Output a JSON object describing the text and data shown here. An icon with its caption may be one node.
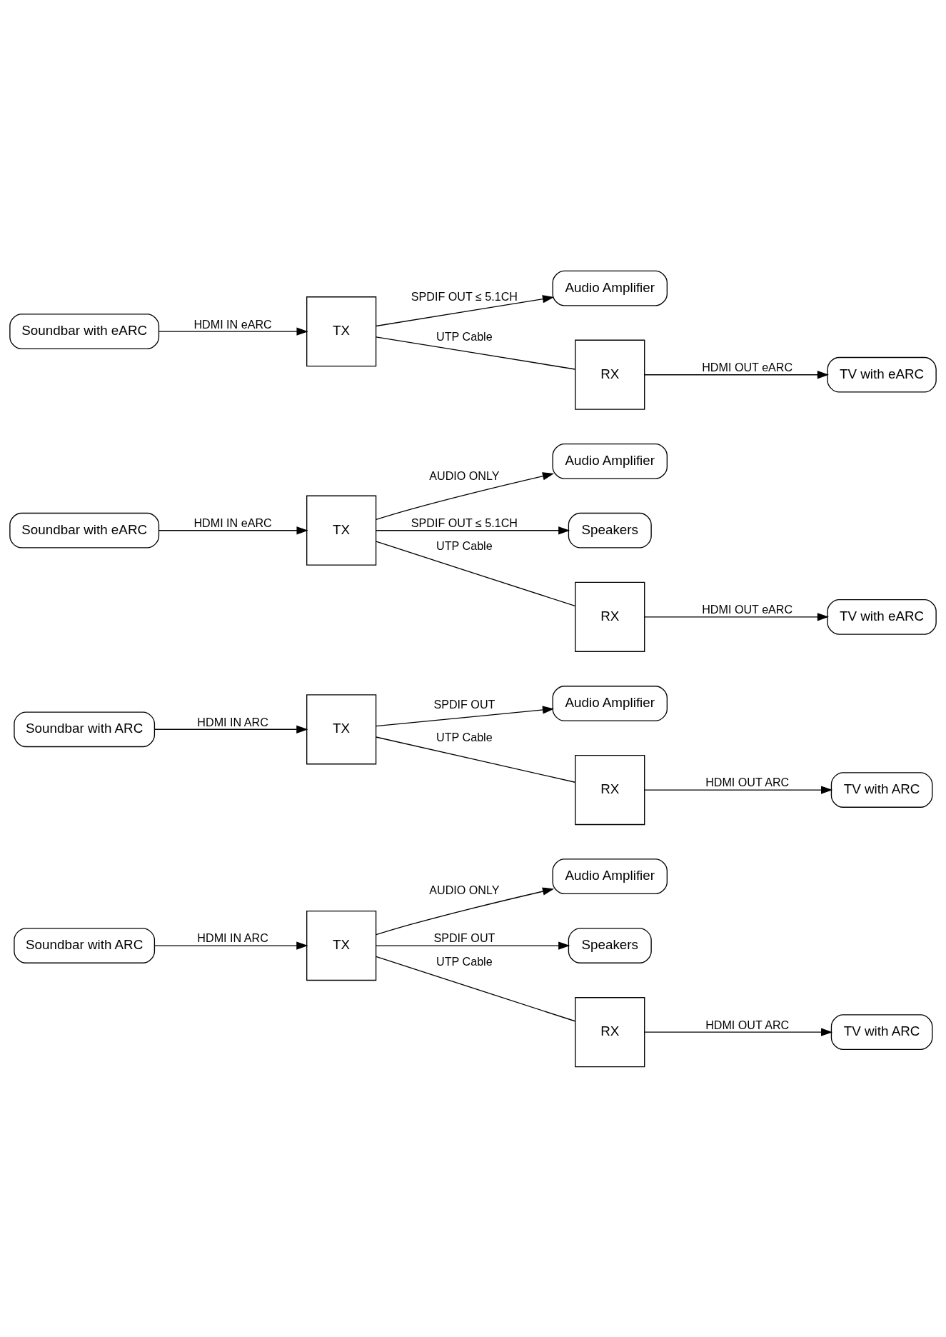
{
  "diagram": {
    "nodes": [
      {
        "text": [
          "Soundbar with ARC"
        ]
      },
      {
        "text": [
          "Audio Amplifier"
        ]
      },
      {
        "text": [
          "Speakers"
        ]
      },
      {
        "text": [
          "TX"
        ]
      },
      {
        "text": [
          "RX"
        ]
      },
      {
        "text": [
          "TV with ARC"
        ]
      },
      {
        "text": [
          "Soundbar with ARC"
        ]
      },
      {
        "text": [
          "Audio Amplifier"
        ]
      },
      {
        "text": [
          "TX"
        ]
      },
      {
        "text": [
          "RX"
        ]
      },
      {
        "text": [
          "TV with ARC"
        ]
      },
      {
        "text": [
          "Soundbar with eARC"
        ]
      },
      {
        "text": [
          "Audio Amplifier"
        ]
      },
      {
        "text": [
          "Speakers"
        ]
      },
      {
        "text": [
          "TX"
        ]
      },
      {
        "text": [
          "RX"
        ]
      },
      {
        "text": [
          "TV with eARC"
        ]
      },
      {
        "text": [
          "Soundbar with eARC"
        ]
      },
      {
        "text": [
          "Audio Amplifier"
        ]
      },
      {
        "text": [
          "TX"
        ]
      },
      {
        "text": [
          "RX"
        ]
      },
      {
        "text": [
          "TV with eARC"
        ]
      }
    ],
    "edges": [
      {
        "from": 0,
        "to": 3,
        "arrow": "to",
        "label": "HDMI IN ARC"
      },
      {
        "from": 3,
        "to": 1,
        "arrow": "to",
        "label": "AUDIO ONLY"
      },
      {
        "from": 3,
        "to": 2,
        "arrow": "to",
        "label": "SPDIF OUT"
      },
      {
        "from": 3,
        "to": 4,
        "arrow": "none",
        "label": "UTP Cable"
      },
      {
        "from": 4,
        "to": 5,
        "arrow": "to",
        "label": "HDMI OUT ARC"
      },
      {
        "from": 6,
        "to": 8,
        "arrow": "to",
        "label": "HDMI IN ARC"
      },
      {
        "from": 8,
        "to": 7,
        "arrow": "to",
        "label": "SPDIF OUT"
      },
      {
        "from": 8,
        "to": 9,
        "arrow": "none",
        "label": "UTP Cable"
      },
      {
        "from": 9,
        "to": 10,
        "arrow": "to",
        "label": "HDMI OUT ARC"
      },
      {
        "from": 11,
        "to": 14,
        "arrow": "to",
        "label": "HDMI IN eARC"
      },
      {
        "from": 14,
        "to": 12,
        "arrow": "to",
        "label": "AUDIO ONLY"
      },
      {
        "from": 14,
        "to": 13,
        "arrow": "to",
        "label": "SPDIF OUT ≤ 5.1CH"
      },
      {
        "from": 14,
        "to": 15,
        "arrow": "none",
        "label": "UTP Cable"
      },
      {
        "from": 15,
        "to": 16,
        "arrow": "to",
        "label": "HDMI OUT eARC"
      },
      {
        "from": 17,
        "to": 19,
        "arrow": "to",
        "label": "HDMI IN eARC"
      },
      {
        "from": 19,
        "to": 18,
        "arrow": "to",
        "label": "SPDIF OUT ≤ 5.1CH"
      },
      {
        "from": 19,
        "to": 20,
        "arrow": "none",
        "label": "UTP Cable"
      },
      {
        "from": 20,
        "to": 21,
        "arrow": "to",
        "label": "HDMI OUT eARC"
      }
    ]
  }
}
